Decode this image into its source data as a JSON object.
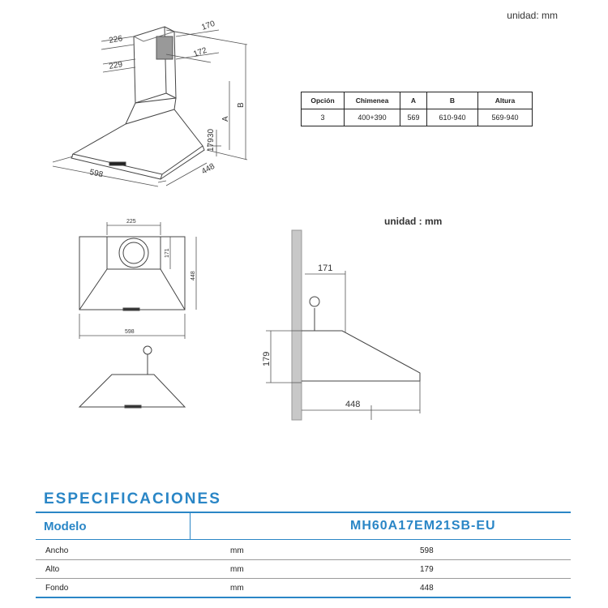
{
  "top_unit": "unidad: mm",
  "mid_unit": "unidad : mm",
  "top_drawing_labels": {
    "chimney_top": "226",
    "chimney_bottom": "229",
    "chimney_depth_top": "170",
    "chimney_depth_bottom": "172",
    "width": "598",
    "depth": "448",
    "canopy_height": "179",
    "small_step": "30",
    "dim_a": "A",
    "dim_b": "B"
  },
  "dim_table": {
    "headers": [
      "Opción",
      "Chimenea",
      "A",
      "B",
      "Altura"
    ],
    "rows": [
      [
        "3",
        "400+390",
        "569",
        "610-940",
        "569-940"
      ]
    ]
  },
  "front_drawing_labels": {
    "outlet_width": "225",
    "outlet_height": "171",
    "body_height": "448",
    "width": "598"
  },
  "side_drawing_labels": {
    "outlet_offset": "171",
    "canopy_height": "179",
    "depth": "448"
  },
  "specs": {
    "title": "ESPECIFICACIONES",
    "model_label": "Modelo",
    "model_value": "MH60A17EM21SB-EU",
    "rows": [
      {
        "name": "Ancho",
        "unit": "mm",
        "value": "598"
      },
      {
        "name": "Alto",
        "unit": "mm",
        "value": "179"
      },
      {
        "name": "Fondo",
        "unit": "mm",
        "value": "448"
      }
    ]
  }
}
